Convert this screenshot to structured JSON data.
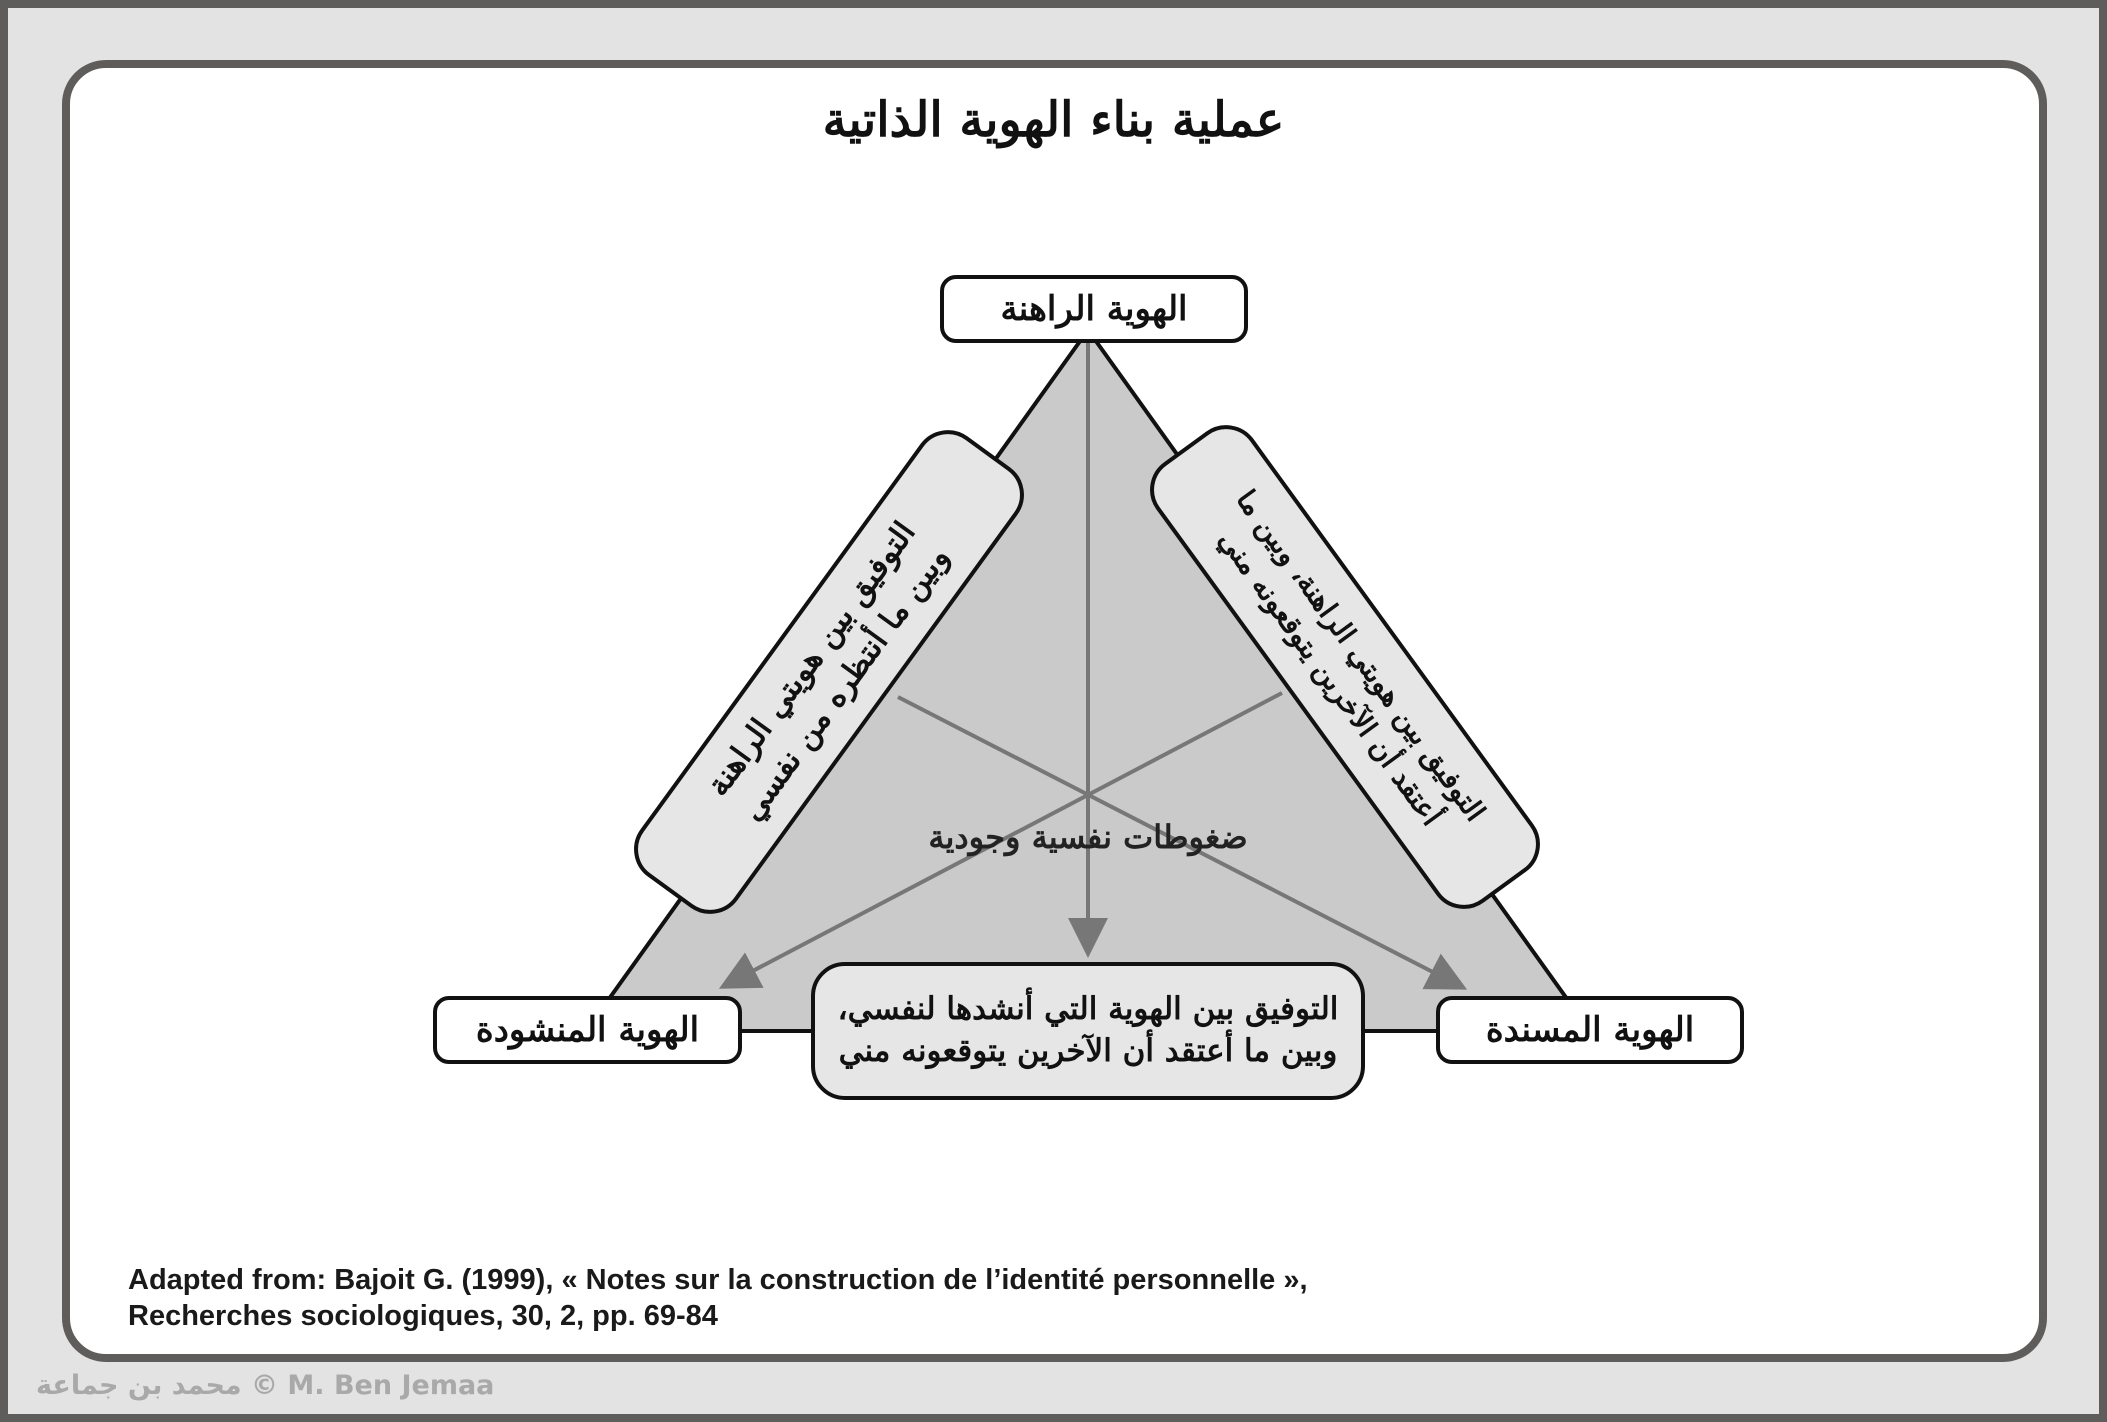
{
  "title": "عملية بناء الهوية الذاتية",
  "nodes": {
    "top": "الهوية الراهنة",
    "bottom_left": "الهوية المنشودة",
    "bottom_right": "الهوية المسندة"
  },
  "notes": {
    "left": {
      "line1": "التوفيق بين هويتي الراهنة",
      "line2": "وبين ما أنتظره من نفسي"
    },
    "right": {
      "line1": "التوفيق بين هويتي الراهنة، وبين ما",
      "line2": "أعتقد أن الآخرين يتوقعونه مني"
    },
    "bottom": {
      "line1": "التوفيق بين الهوية التي أنشدها لنفسي،",
      "line2": "وبين ما أعتقد أن الآخرين يتوقعونه مني"
    }
  },
  "center_label": "ضغوطات نفسية وجودية",
  "citation": {
    "line1": "Adapted from: Bajoit G. (1999), « Notes sur la construction de l’identité personnelle »,",
    "line2": "Recherches sociologiques, 30, 2, pp. 69-84"
  },
  "watermark": "محمد بن جماعة © M. Ben Jemaa",
  "colors": {
    "frame": "#5f5c5c",
    "background": "#e3e3e3",
    "panel": "#ffffff",
    "triangle_fill": "#cacaca",
    "arrow": "#777777",
    "note_fill": "#e6e6e6",
    "outline": "#111111",
    "watermark": "#a9a9a9"
  }
}
